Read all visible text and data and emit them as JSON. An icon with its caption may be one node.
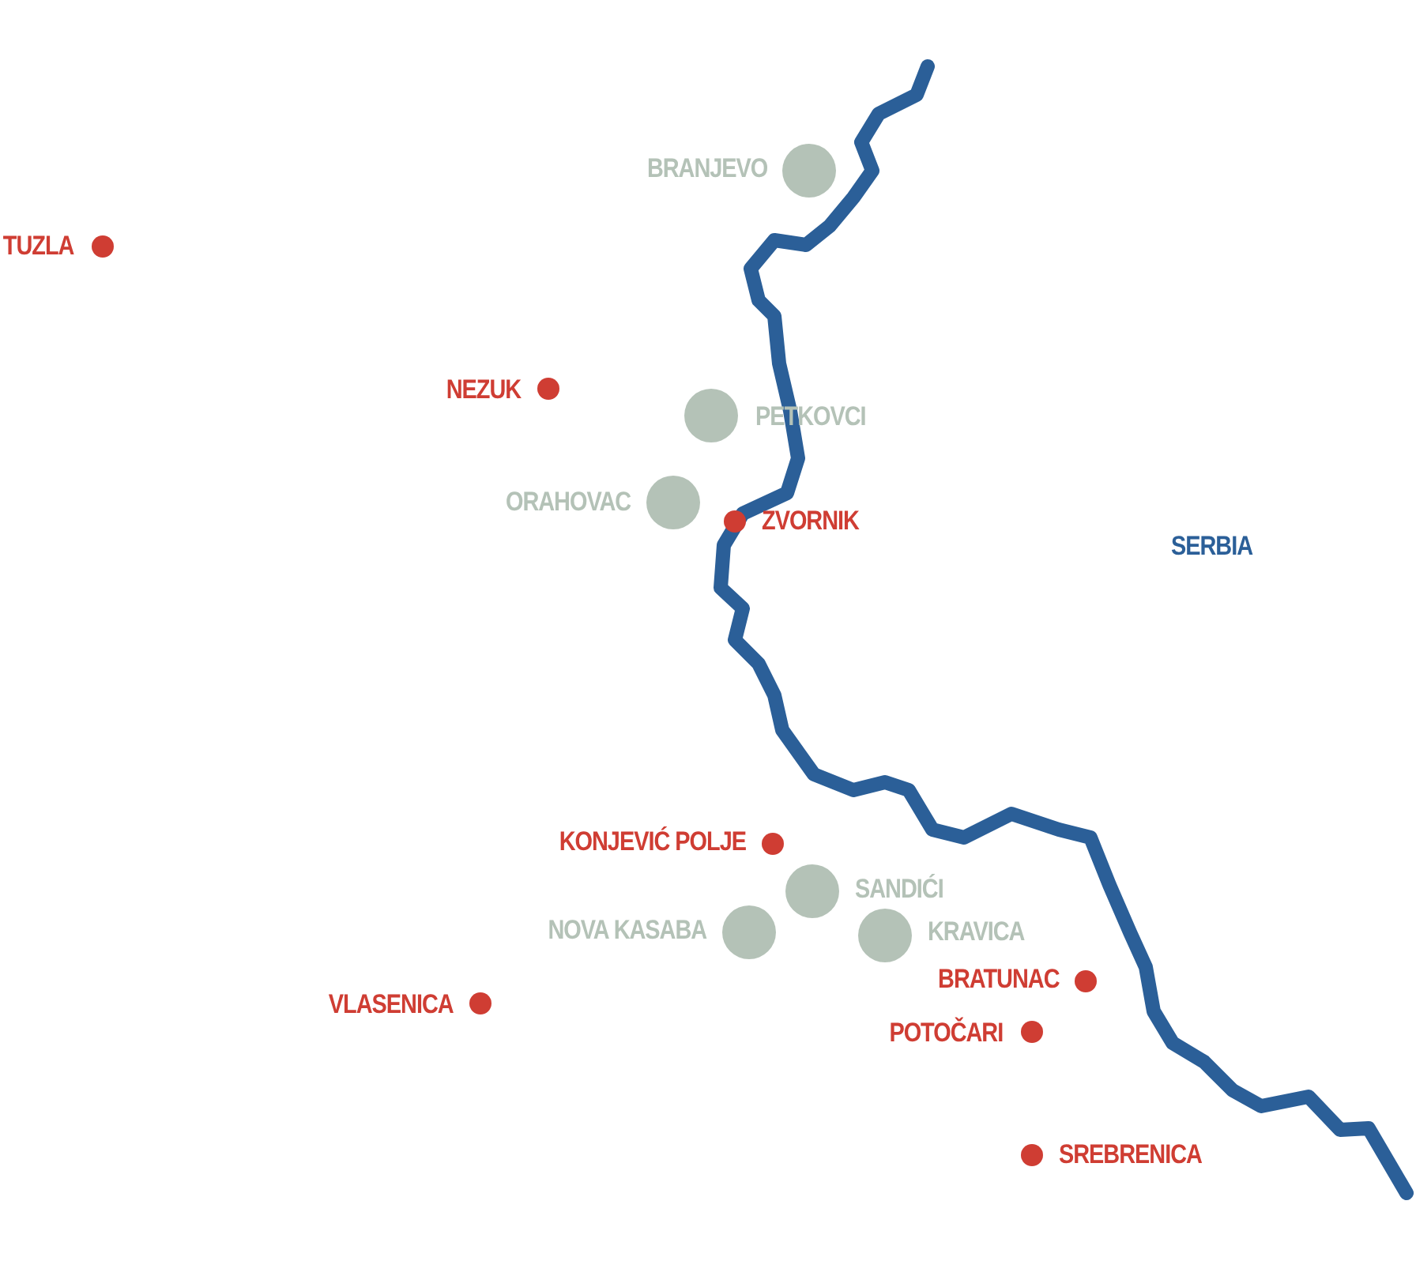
{
  "diagram": {
    "labels": [
      "BRANJEVO",
      "TUZLA",
      "NEZUK",
      "PETKOVCI",
      "ORAHOVAC",
      "ZVORNIK",
      "SERBIA",
      "KONJEVIĆ POLJE",
      "SANDIĆI",
      "NOVA KASABA",
      "KRAVICA",
      "BRATUNAC",
      "VLASENICA",
      "POTOČARI",
      "SREBRENICA"
    ]
  }
}
